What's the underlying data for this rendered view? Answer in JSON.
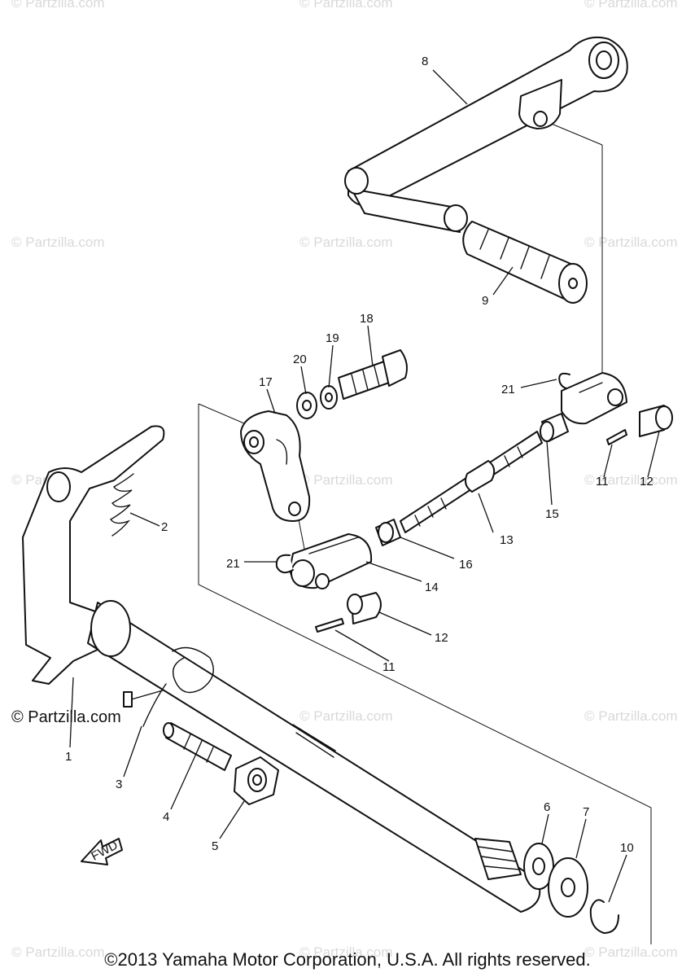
{
  "watermark": "© Partzilla.com",
  "watermark_main": "© Partzilla.com",
  "copyright": "©2013 Yamaha Motor Corporation, U.S.A. All rights reserved.",
  "fwd_label": "FWD",
  "callouts": {
    "c1": "1",
    "c2": "2",
    "c3": "3",
    "c4": "4",
    "c5": "5",
    "c6": "6",
    "c7": "7",
    "c8": "8",
    "c9": "9",
    "c10": "10",
    "c11a": "11",
    "c11b": "11",
    "c12a": "12",
    "c12b": "12",
    "c13": "13",
    "c14": "14",
    "c15": "15",
    "c16": "16",
    "c17": "17",
    "c18": "18",
    "c19": "19",
    "c20": "20",
    "c21a": "21",
    "c21b": "21"
  }
}
